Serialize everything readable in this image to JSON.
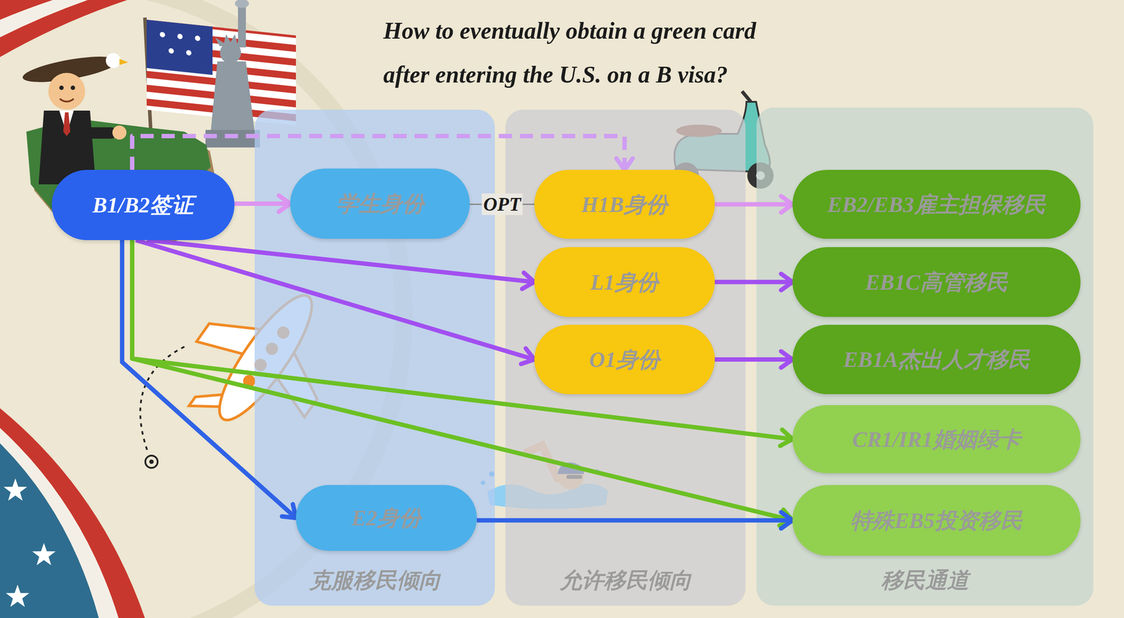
{
  "diagram": {
    "title": "How to eventually obtain a green card after entering the U.S. on a B visa?",
    "nodes": [
      {
        "text": [
          "B1/B2签证"
        ]
      },
      {
        "text": [
          "克服移民倾向"
        ]
      },
      {
        "text": [
          "学生身份"
        ],
        "in": 1
      },
      {
        "text": [
          "E2身份"
        ],
        "in": 1
      },
      {
        "text": [
          "允许移民倾向"
        ]
      },
      {
        "text": [
          "H1B身份"
        ],
        "in": 4
      },
      {
        "text": [
          "L1身份"
        ],
        "in": 4
      },
      {
        "text": [
          "O1身份"
        ],
        "in": 4
      },
      {
        "text": [
          "移民通道"
        ]
      },
      {
        "text": [
          "EB2/EB3雇主担保移民"
        ],
        "in": 8
      },
      {
        "text": [
          "EB1C高管移民"
        ],
        "in": 8
      },
      {
        "text": [
          "EB1A杰出人才移民"
        ],
        "in": 8
      },
      {
        "text": [
          "CR1/IR1婚姻绿卡"
        ],
        "in": 8
      },
      {
        "text": [
          "特殊EB5投资移民"
        ],
        "in": 8
      }
    ],
    "edges": [
      {
        "from": 0,
        "to": 2,
        "arrow": "to"
      },
      {
        "from": 2,
        "to": 5,
        "label": "OPT",
        "arrow": "none"
      },
      {
        "from": 0,
        "to": 5,
        "arrow": "to"
      },
      {
        "from": 5,
        "to": 9,
        "arrow": "to"
      },
      {
        "from": 0,
        "to": 6,
        "arrow": "to"
      },
      {
        "from": 6,
        "to": 10,
        "arrow": "to"
      },
      {
        "from": 0,
        "to": 7,
        "arrow": "to"
      },
      {
        "from": 7,
        "to": 11,
        "arrow": "to"
      },
      {
        "from": 0,
        "to": 12,
        "arrow": "to"
      },
      {
        "from": 0,
        "to": 13,
        "arrow": "to"
      },
      {
        "from": 0,
        "to": 3,
        "arrow": "to"
      },
      {
        "from": 3,
        "to": 13,
        "arrow": "to"
      }
    ]
  }
}
